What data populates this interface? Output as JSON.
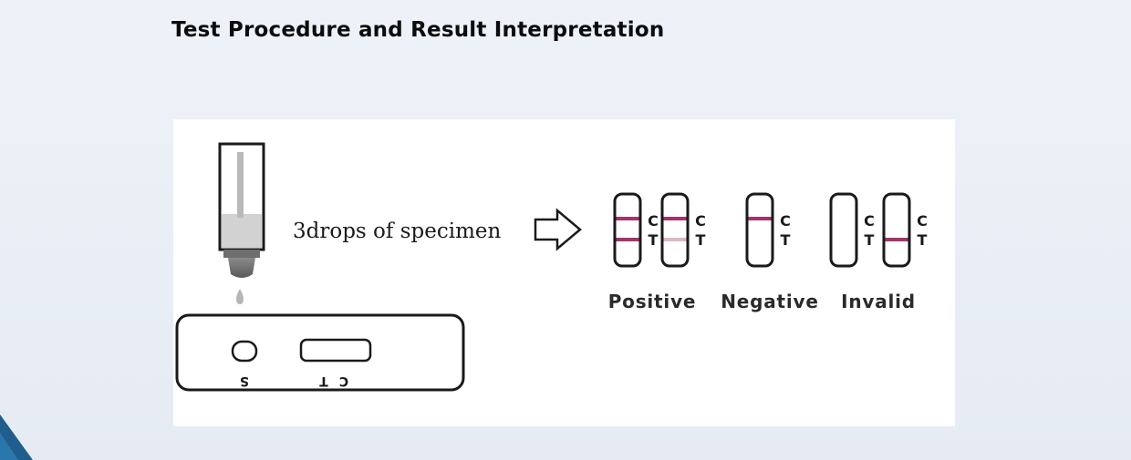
{
  "title": "Test Procedure and Result Interpretation",
  "instruction": "3drops of specimen",
  "cassette": {
    "sample_well_label": "S",
    "control_label": "C",
    "test_label": "T"
  },
  "strip_labels": {
    "control": "C",
    "test": "T"
  },
  "results": [
    {
      "label": "Positive"
    },
    {
      "label": "Negative"
    },
    {
      "label": "Invalid"
    }
  ],
  "colors": {
    "line_strong": "#a3336a",
    "line_faint": "#dfb6c8",
    "outline": "#1a1a1a"
  }
}
